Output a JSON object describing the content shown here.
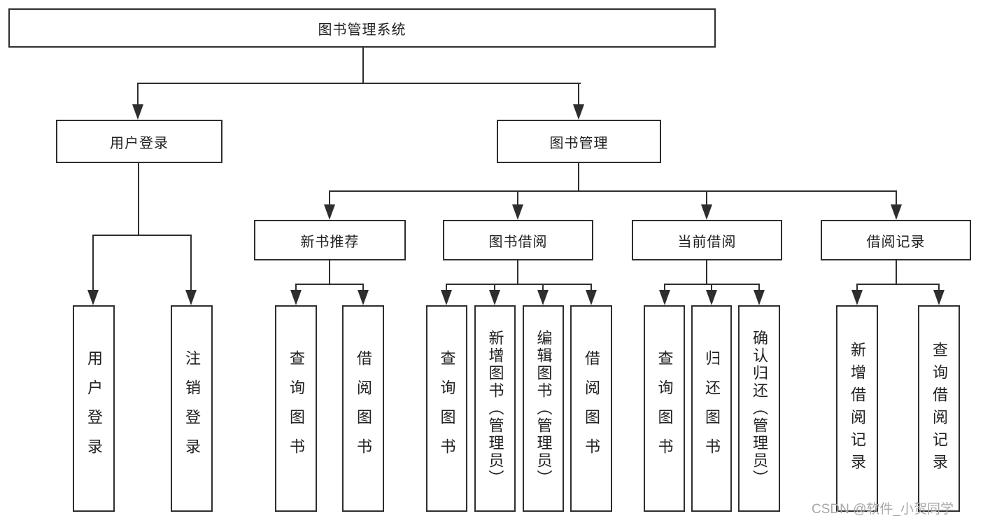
{
  "tree": {
    "root": {
      "label": "图书管理系统",
      "children": [
        {
          "label": "用户登录",
          "children": [
            {
              "label": "用户登录"
            },
            {
              "label": "注销登录"
            }
          ]
        },
        {
          "label": "图书管理",
          "children": [
            {
              "label": "新书推荐",
              "children": [
                {
                  "label": "查询图书"
                },
                {
                  "label": "借阅图书"
                }
              ]
            },
            {
              "label": "图书借阅",
              "children": [
                {
                  "label": "查询图书"
                },
                {
                  "label": "新增图书（管理员）"
                },
                {
                  "label": "编辑图书（管理员）"
                },
                {
                  "label": "借阅图书"
                }
              ]
            },
            {
              "label": "当前借阅",
              "children": [
                {
                  "label": "查询图书"
                },
                {
                  "label": "归还图书"
                },
                {
                  "label": "确认归还（管理员）"
                }
              ]
            },
            {
              "label": "借阅记录",
              "children": [
                {
                  "label": "新增借阅记录"
                },
                {
                  "label": "查询借阅记录"
                }
              ]
            }
          ]
        }
      ]
    }
  },
  "watermark": {
    "text": "CSDN @软件_小贺同学"
  },
  "colors": {
    "line": "#2e2e2e",
    "box_border": "#2e2e2e",
    "text": "#212121",
    "background": "#ffffff",
    "watermark": "#a8a8a8"
  }
}
